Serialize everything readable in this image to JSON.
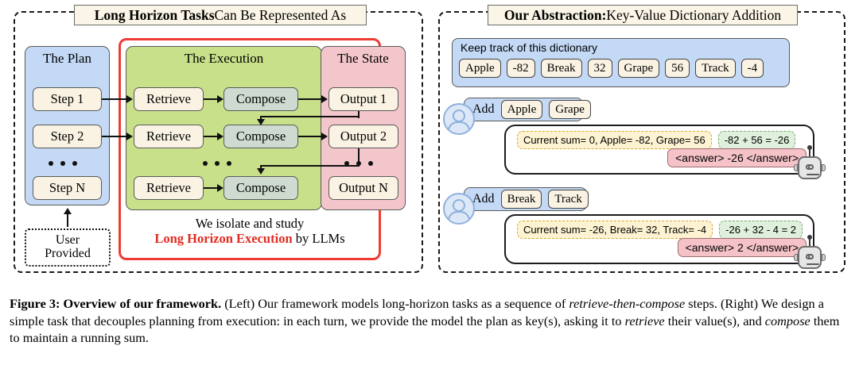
{
  "figure": {
    "left_panel": {
      "title_bold": "Long Horizon Tasks",
      "title_rest": " Can Be Represented As",
      "columns": [
        {
          "name": "plan",
          "heading": "The Plan",
          "color": "#c3d9f5",
          "nodes": [
            "Step 1",
            "Step 2",
            "Step N"
          ]
        },
        {
          "name": "execution",
          "heading": "The Execution",
          "color": "#c9e08a",
          "retrieve": [
            "Retrieve",
            "Retrieve",
            "Retrieve"
          ],
          "compose": [
            "Compose",
            "Compose",
            "Compose"
          ]
        },
        {
          "name": "state",
          "heading": "The State",
          "color": "#f3c6cb",
          "nodes": [
            "Output 1",
            "Output 2",
            "Output N"
          ]
        }
      ],
      "user_provided": {
        "line1": "User",
        "line2": "Provided"
      },
      "isolate_note": {
        "line1": "We isolate and study",
        "emphasis": "Long Horizon Execution",
        "suffix": " by LLMs",
        "emphasis_color": "#e02b20"
      }
    },
    "right_panel": {
      "title_bold": "Our Abstraction:",
      "title_rest": " Key-Value Dictionary Addition",
      "dictionary": {
        "label": "Keep track of this dictionary",
        "entries": [
          {
            "key": "Apple",
            "value": "-82"
          },
          {
            "key": "Break",
            "value": "32"
          },
          {
            "key": "Grape",
            "value": "56"
          },
          {
            "key": "Track",
            "value": "-4"
          }
        ]
      },
      "turns": [
        {
          "user": {
            "verb": "Add",
            "keys": [
              "Apple",
              "Grape"
            ]
          },
          "assistant": {
            "retrieve_text": "Current sum= 0, Apple= -82, Grape= 56",
            "compose_text": "-82 + 56 = -26",
            "answer_text": "<answer> -26 </answer>"
          }
        },
        {
          "user": {
            "verb": "Add",
            "keys": [
              "Break",
              "Track"
            ]
          },
          "assistant": {
            "retrieve_text": "Current sum= -26, Break= 32, Track= -4",
            "compose_text": "-26 + 32 - 4 = 2",
            "answer_text": "<answer> 2 </answer>"
          }
        }
      ]
    },
    "caption": {
      "label": "Figure 3: Overview of our framework.",
      "part1": " (Left) Our framework models long-horizon tasks as a sequence of ",
      "italic1": "retrieve-then-compose",
      "part2": " steps. (Right) We design a simple task that decouples planning from execution: in each turn, we provide the model the plan as key(s), asking it to ",
      "italic2": "retrieve",
      "part3": " their value(s), and ",
      "italic3": "compose",
      "part4": " them to maintain a running sum."
    }
  }
}
